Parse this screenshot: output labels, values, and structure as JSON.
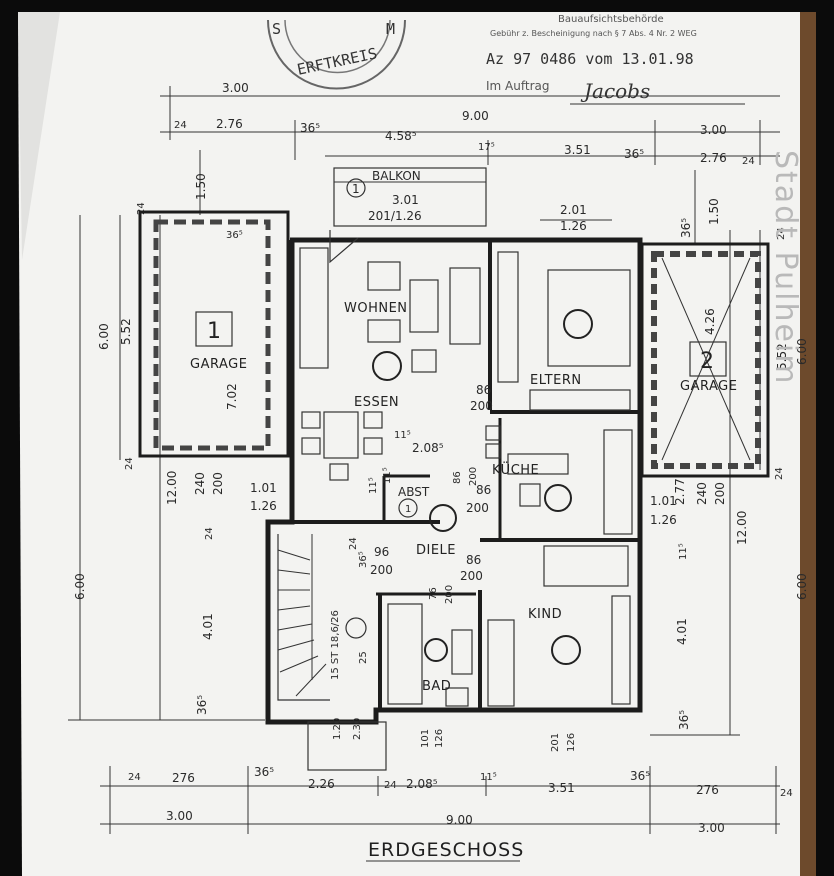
{
  "stamp": {
    "authority": "Bauaufsichtsbehörde",
    "ring_text": "ERFTKREIS",
    "ring_text_top": "S",
    "ring_text_top2": "M",
    "note": "Gebühr z. Bescheinigung nach § 7 Abs. 4 Nr. 2 WEG",
    "number": "Az 97 0486 vom 13.01.98",
    "im_auftrag": "Im Auftrag",
    "signature": "Jacobs"
  },
  "plan_title": "ERDGESCHOSS",
  "side_text": "Stadt Pulheim",
  "rooms": {
    "wohnen": "WOHNEN",
    "essen": "ESSEN",
    "eltern": "ELTERN",
    "kueche": "KÜCHE",
    "diele": "DIELE",
    "kind": "KIND",
    "bad": "BAD",
    "abst": "ABST",
    "garage_left": "GARAGE",
    "garage_right": "GARAGE",
    "balkon": "BALKON"
  },
  "markers": {
    "balkon_no": "1",
    "garage_left_no": "1",
    "garage_right_no": "2",
    "abst_no": "1"
  },
  "dims_top": {
    "d300": "3.00",
    "d900": "9.00",
    "d300r": "3.00",
    "d24a": "24",
    "d276": "2.76",
    "d365a": "36⁵",
    "d4585": "4.58⁵",
    "d175": "17⁵",
    "d351": "3.51",
    "d365b": "36⁵",
    "d276r": "2.76",
    "d24b": "24",
    "balkon_w": "3.01",
    "balkon_opening": "201/1.26",
    "win_w": "2.01",
    "win_h": "1.26"
  },
  "dims_left": {
    "d150": "1.50",
    "d24": "24",
    "d600": "6.00",
    "d552": "5.52",
    "d702": "7.02",
    "d24b": "24",
    "d1200": "12.00",
    "d240": "240",
    "d200": "200",
    "d24c": "24",
    "d401": "4.01",
    "d600b": "6.00",
    "d365": "36⁵",
    "d101": "1.01",
    "d126": "1.26"
  },
  "dims_right": {
    "d150": "1.50",
    "d365": "36⁵",
    "d24": "24",
    "d426": "4.26",
    "d552": "5.52",
    "d600": "6.00",
    "d24b": "24",
    "d277": "2.77",
    "d240": "240",
    "d200": "200",
    "d1200": "12.00",
    "d115": "11⁵",
    "d401": "4.01",
    "d600b": "6.00",
    "d365b": "36⁵",
    "d101": "1.01",
    "d126": "1.26"
  },
  "dims_inner": {
    "d3655": "36⁵",
    "d86a": "86",
    "d200a": "200",
    "d115": "11⁵",
    "d2085": "2.08⁵",
    "d115b": "11⁵",
    "d115c": "11⁵",
    "d86b": "86",
    "d200b": "200",
    "d86c": "86",
    "d200c": "200",
    "d96": "96",
    "d200d": "200",
    "d86d": "86",
    "d200e": "200",
    "d76": "76",
    "d200f": "200",
    "stair": "15 ST 18,6/26",
    "d24": "24",
    "d365": "36⁵",
    "d25": "25",
    "d120": "1.20",
    "d230": "2.30",
    "d101": "101",
    "d126": "126",
    "d201": "201",
    "d126b": "126"
  },
  "dims_bottom": {
    "d24a": "24",
    "d276": "276",
    "d365a": "36⁵",
    "d226": "2.26",
    "d24b": "24",
    "d2085": "2.08⁵",
    "d115": "11⁵",
    "d351": "3.51",
    "d365b": "36⁵",
    "d276r": "276",
    "d24c": "24",
    "d300": "3.00",
    "d900": "9.00",
    "d300r": "3.00"
  }
}
